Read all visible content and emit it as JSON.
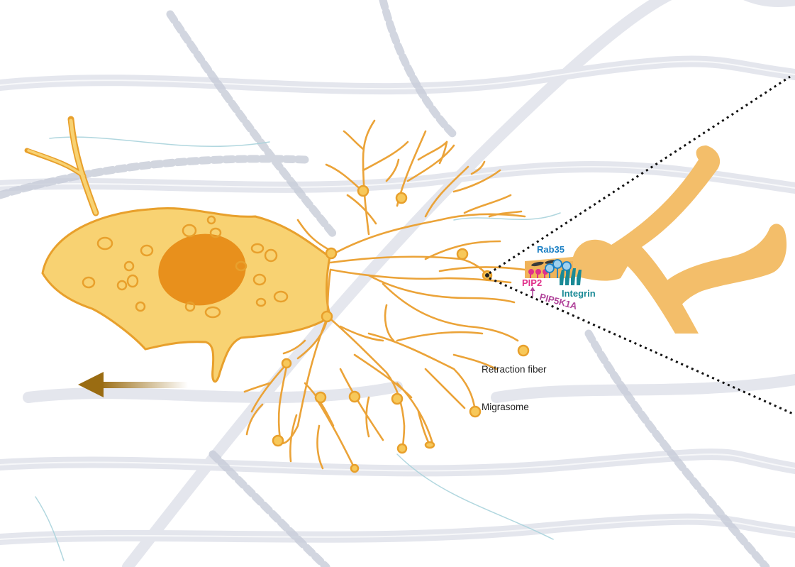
{
  "labels": {
    "rab35": "Rab35",
    "pip2": "PIP2",
    "integrin": "Integrin",
    "pip5k1a": "PIP5K1A",
    "retraction_fiber": "Retraction fiber",
    "migrasome": "Migrasome"
  },
  "colors": {
    "cell_fill": "#f8d272",
    "cell_outline": "#e8a02c",
    "nucleus": "#e8901c",
    "fiber": "#eba338",
    "migrasome_fill": "#f7c85a",
    "zoom_fill": "#f3be6a",
    "ecm_light": "#e2e4ec",
    "ecm_bead": "#c7ccd8",
    "ecm_fibril": "#a9d3db",
    "arrow": "#9a6c12",
    "rab35": "#1a7fc4",
    "pip2": "#e0308a",
    "integrin": "#1a8a96",
    "pip5k1a": "#b0449a",
    "text": "#222222"
  },
  "migration_direction": "left"
}
